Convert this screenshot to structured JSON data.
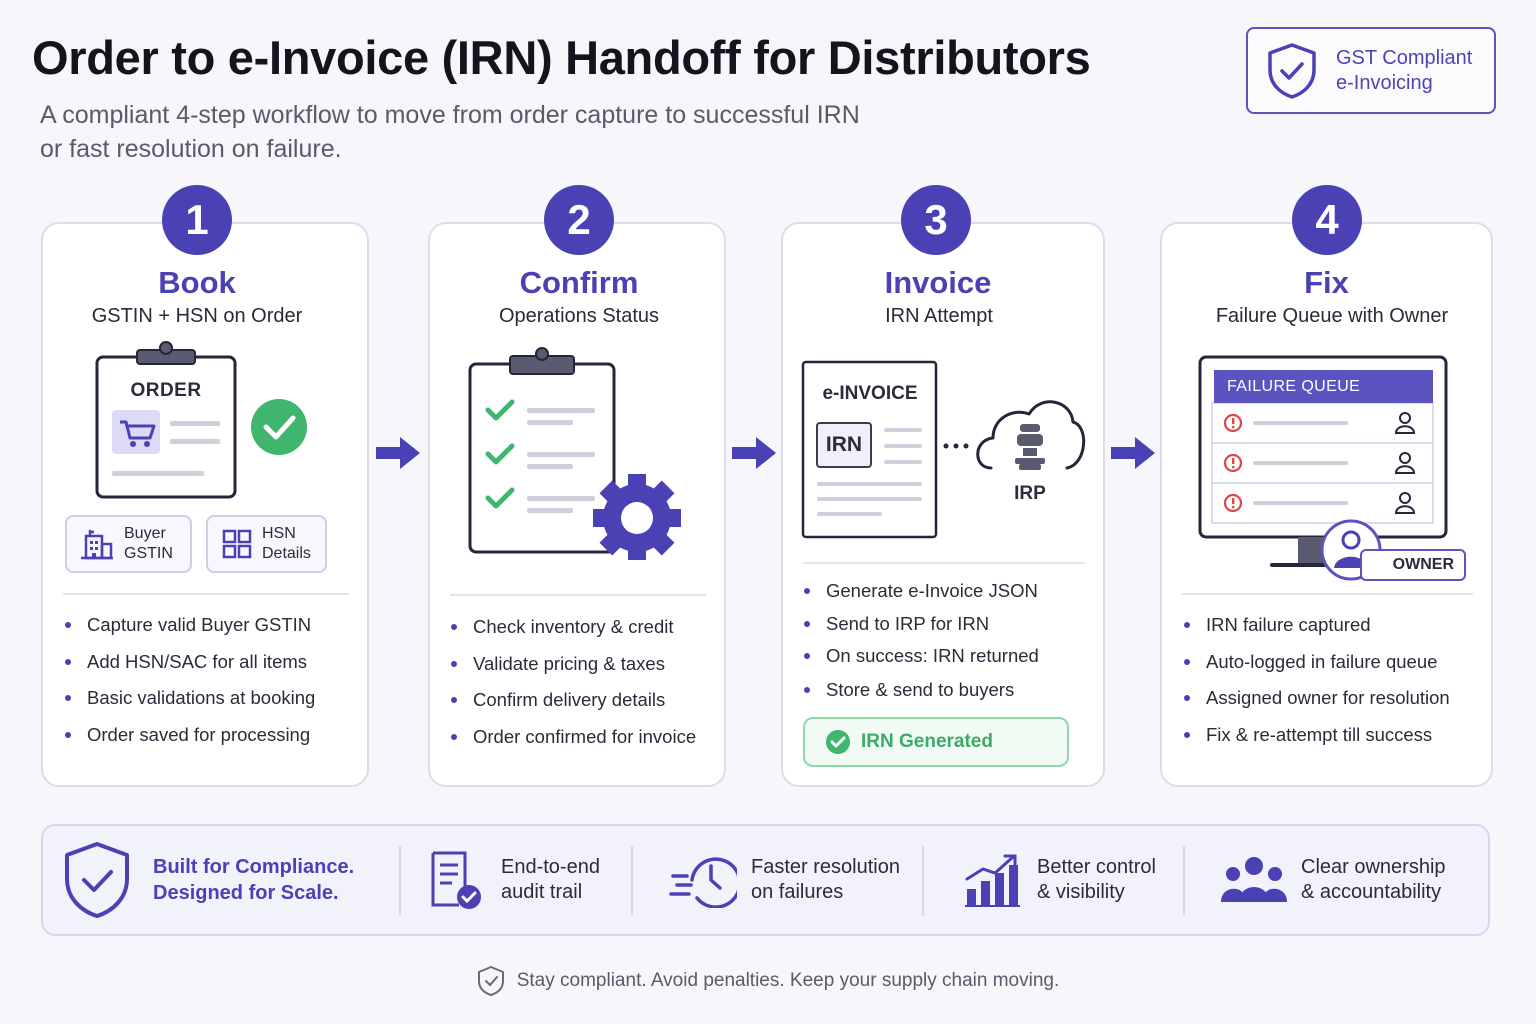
{
  "header": {
    "title": "Order to e-Invoice (IRN) Handoff for Distributors",
    "subtitle_line1": "A compliant 4-step workflow to move from order capture to successful IRN",
    "subtitle_line2": "or fast resolution on failure.",
    "badge_line1": "GST Compliant",
    "badge_line2": "e-Invoicing"
  },
  "steps": [
    {
      "number": "1",
      "title": "Book",
      "subtitle": "GSTIN + HSN on Order",
      "illustration_label": "ORDER",
      "chips": [
        {
          "line1": "Buyer",
          "line2": "GSTIN"
        },
        {
          "line1": "HSN",
          "line2": "Details"
        }
      ],
      "bullets": [
        "Capture valid Buyer GSTIN",
        "Add HSN/SAC for all items",
        "Basic validations at booking",
        "Order saved for processing"
      ]
    },
    {
      "number": "2",
      "title": "Confirm",
      "subtitle": "Operations Status",
      "bullets": [
        "Check inventory & credit",
        "Validate pricing & taxes",
        "Confirm delivery details",
        "Order confirmed for invoice"
      ]
    },
    {
      "number": "3",
      "title": "Invoice",
      "subtitle": "IRN Attempt",
      "doc_label": "e-INVOICE",
      "irn_label": "IRN",
      "irp_label": "IRP",
      "bullets": [
        "Generate e-Invoice JSON",
        "Send to IRP for IRN",
        "On success: IRN returned",
        "Store & send to buyers"
      ],
      "status": "IRN Generated"
    },
    {
      "number": "4",
      "title": "Fix",
      "subtitle": "Failure Queue with Owner",
      "queue_label": "FAILURE QUEUE",
      "owner_label": "OWNER",
      "bullets": [
        "IRN failure captured",
        "Auto-logged in failure queue",
        "Assigned owner for resolution",
        "Fix & re-attempt till success"
      ]
    }
  ],
  "benefits": {
    "lead_line1": "Built for Compliance.",
    "lead_line2": "Designed for Scale.",
    "items": [
      {
        "line1": "End-to-end",
        "line2": "audit trail",
        "icon": "audit-doc-icon"
      },
      {
        "line1": "Faster resolution",
        "line2": "on failures",
        "icon": "fast-clock-icon"
      },
      {
        "line1": "Better control",
        "line2": "& visibility",
        "icon": "bar-chart-icon"
      },
      {
        "line1": "Clear ownership",
        "line2": "& accountability",
        "icon": "team-icon"
      }
    ]
  },
  "footer": "Stay compliant. Avoid penalties. Keep your supply chain moving.",
  "colors": {
    "primary": "#4a42b4",
    "success": "#3dab68",
    "error": "#e04545"
  }
}
